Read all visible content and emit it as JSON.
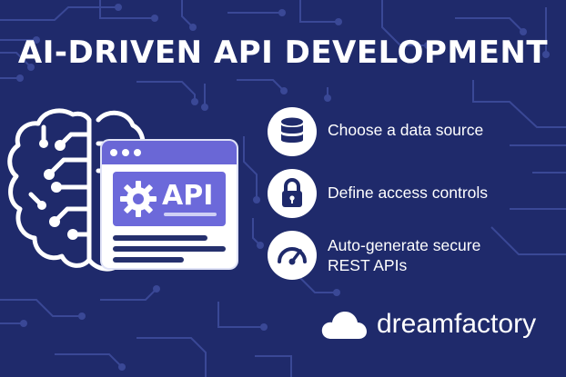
{
  "title": "AI-DRIVEN API DEVELOPMENT",
  "illustration": {
    "brain_icon": "brain-circuit-icon",
    "window_label": "API",
    "gear_icon": "gear-icon"
  },
  "features": [
    {
      "icon": "database-icon",
      "lines": [
        "Choose a data source"
      ]
    },
    {
      "icon": "lock-icon",
      "lines": [
        "Define access controls"
      ]
    },
    {
      "icon": "speedometer-icon",
      "lines": [
        "Auto-generate secure",
        "REST APIs"
      ]
    }
  ],
  "brand": {
    "logo_icon": "cloud-icon",
    "name": "dreamfactory"
  },
  "colors": {
    "background": "#1f2a6b",
    "accent": "#6a67d6",
    "circuit": "#3a4896",
    "text": "#ffffff"
  }
}
